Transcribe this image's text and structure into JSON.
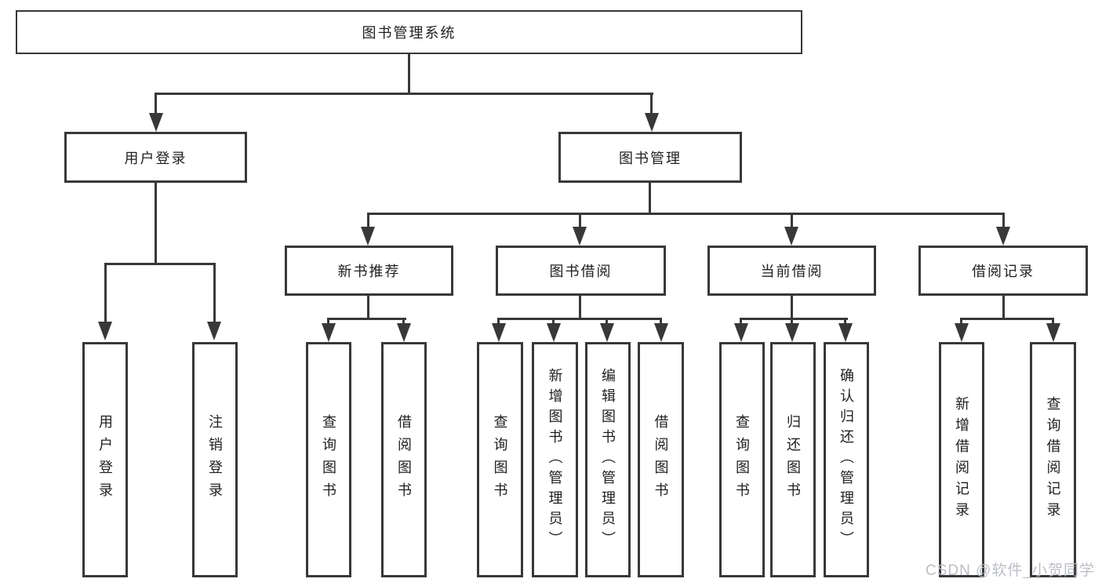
{
  "tree": {
    "root": "图书管理系统",
    "user_login": {
      "label": "用户登录",
      "leaves": [
        "用户登录",
        "注销登录"
      ]
    },
    "book_mgmt": {
      "label": "图书管理",
      "categories": [
        {
          "label": "新书推荐",
          "leaves": [
            "查询图书",
            "借阅图书"
          ]
        },
        {
          "label": "图书借阅",
          "leaves": [
            "查询图书",
            "新增图书（管理员）",
            "编辑图书（管理员）",
            "借阅图书"
          ]
        },
        {
          "label": "当前借阅",
          "leaves": [
            "查询图书",
            "归还图书",
            "确认归还（管理员）"
          ]
        },
        {
          "label": "借阅记录",
          "leaves": [
            "新增借阅记录",
            "查询借阅记录"
          ]
        }
      ]
    }
  },
  "watermark": "CSDN @软件_小贺同学",
  "colors": {
    "line": "#383838",
    "text": "#1f1f1f",
    "background": "#ffffff",
    "watermark": "#b6bac1"
  }
}
